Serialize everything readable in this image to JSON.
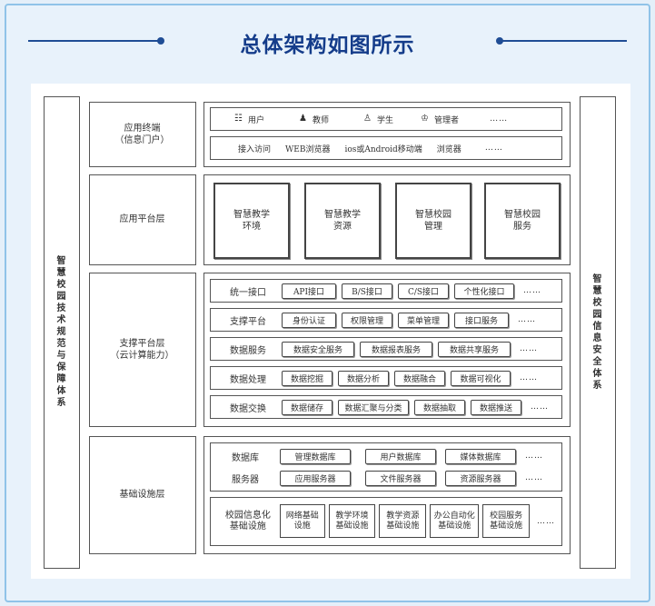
{
  "title": "总体架构如图所示",
  "left_column": "智慧校园技术规范与保障体系",
  "right_column": "智慧校园信息安全体系",
  "terminal": {
    "label": "应用终端\n（信息门户）",
    "users": [
      "用户",
      "教师",
      "学生",
      "管理者"
    ],
    "users_ellipsis": "……",
    "access_label": "接入访问",
    "access_items": [
      "WEB浏览器",
      "ios或Android移动端",
      "浏览器"
    ],
    "access_ellipsis": "……"
  },
  "app_platform": {
    "label": "应用平台层",
    "boxes": [
      "智慧教学\n环境",
      "智慧教学\n资源",
      "智慧校园\n管理",
      "智慧校园\n服务"
    ]
  },
  "support": {
    "label": "支撑平台层\n（云计算能力）",
    "rows": [
      {
        "label": "统一接口",
        "items": [
          "API接口",
          "B/S接口",
          "C/S接口",
          "个性化接口"
        ],
        "ellipsis": "……"
      },
      {
        "label": "支撑平台",
        "items": [
          "身份认证",
          "权限管理",
          "菜单管理",
          "接口服务"
        ],
        "ellipsis": "……"
      },
      {
        "label": "数据服务",
        "items": [
          "数据安全服务",
          "数据报表服务",
          "数据共享服务"
        ],
        "ellipsis": "……"
      },
      {
        "label": "数据处理",
        "items": [
          "数据挖掘",
          "数据分析",
          "数据融合",
          "数据可视化"
        ],
        "ellipsis": "……"
      },
      {
        "label": "数据交换",
        "items": [
          "数据储存",
          "数据汇聚与分类",
          "数据抽取",
          "数据推送"
        ],
        "ellipsis": "……"
      }
    ]
  },
  "infra": {
    "label": "基础设施层",
    "db_label": "数据库",
    "db_items": [
      "管理数据库",
      "用户数据库",
      "媒体数据库"
    ],
    "db_ellipsis": "……",
    "server_label": "服务器",
    "server_items": [
      "应用服务器",
      "文件服务器",
      "资源服务器"
    ],
    "server_ellipsis": "……",
    "campus_label": "校园信息化\n基础设施",
    "campus_items": [
      "网络基础\n设施",
      "教学环境\n基础设施",
      "教学资源\n基础设施",
      "办公自动化\n基础设施",
      "校园服务\n基础设施"
    ],
    "campus_ellipsis": "……"
  }
}
